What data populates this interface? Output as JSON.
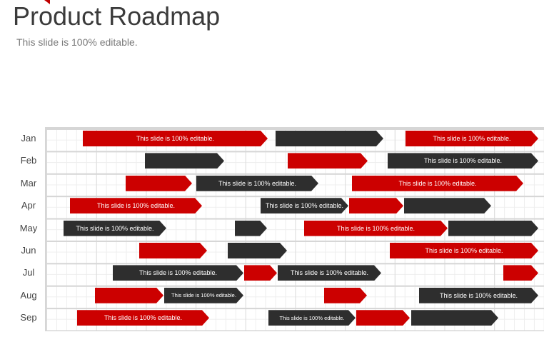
{
  "title": "Product Roadmap",
  "subtitle": "This slide is 100% editable.",
  "colors": {
    "red": "#cc0000",
    "dark": "#2e2e2e"
  },
  "rows": [
    {
      "month": "Jan",
      "bars": [
        {
          "color": "red",
          "label": "This slide is 100% editable."
        },
        {
          "color": "dark",
          "label": ""
        },
        {
          "color": "red",
          "label": "This slide is 100% editable."
        }
      ]
    },
    {
      "month": "Feb",
      "bars": [
        {
          "color": "dark",
          "label": ""
        },
        {
          "color": "red",
          "label": ""
        },
        {
          "color": "dark",
          "label": "This slide is 100% editable."
        }
      ]
    },
    {
      "month": "Mar",
      "bars": [
        {
          "color": "red",
          "label": ""
        },
        {
          "color": "dark",
          "label": "This slide is 100% editable."
        },
        {
          "color": "red",
          "label": "This slide is 100% editable."
        }
      ]
    },
    {
      "month": "Apr",
      "bars": [
        {
          "color": "red",
          "label": "This slide is 100% editable."
        },
        {
          "color": "dark",
          "label": "This slide is 100% editable."
        },
        {
          "color": "red",
          "label": ""
        },
        {
          "color": "dark",
          "label": ""
        }
      ]
    },
    {
      "month": "May",
      "bars": [
        {
          "color": "dark",
          "label": "This slide is 100% editable."
        },
        {
          "color": "dark",
          "label": ""
        },
        {
          "color": "red",
          "label": "This slide is 100% editable."
        },
        {
          "color": "dark",
          "label": ""
        }
      ]
    },
    {
      "month": "Jun",
      "bars": [
        {
          "color": "red",
          "label": ""
        },
        {
          "color": "dark",
          "label": ""
        },
        {
          "color": "red",
          "label": "This slide is 100% editable."
        }
      ]
    },
    {
      "month": "Jul",
      "bars": [
        {
          "color": "dark",
          "label": "This slide is 100% editable."
        },
        {
          "color": "red",
          "label": ""
        },
        {
          "color": "dark",
          "label": "This slide is 100% editable."
        },
        {
          "color": "red",
          "label": ""
        }
      ]
    },
    {
      "month": "Aug",
      "bars": [
        {
          "color": "red",
          "label": ""
        },
        {
          "color": "dark",
          "label": "This slide is 100% editable."
        },
        {
          "color": "red",
          "label": ""
        },
        {
          "color": "dark",
          "label": "This slide is 100% editable."
        }
      ]
    },
    {
      "month": "Sep",
      "bars": [
        {
          "color": "red",
          "label": "This slide is 100% editable."
        },
        {
          "color": "dark",
          "label": "This slide is 100% editable."
        },
        {
          "color": "red",
          "label": ""
        },
        {
          "color": "dark",
          "label": ""
        }
      ]
    }
  ]
}
